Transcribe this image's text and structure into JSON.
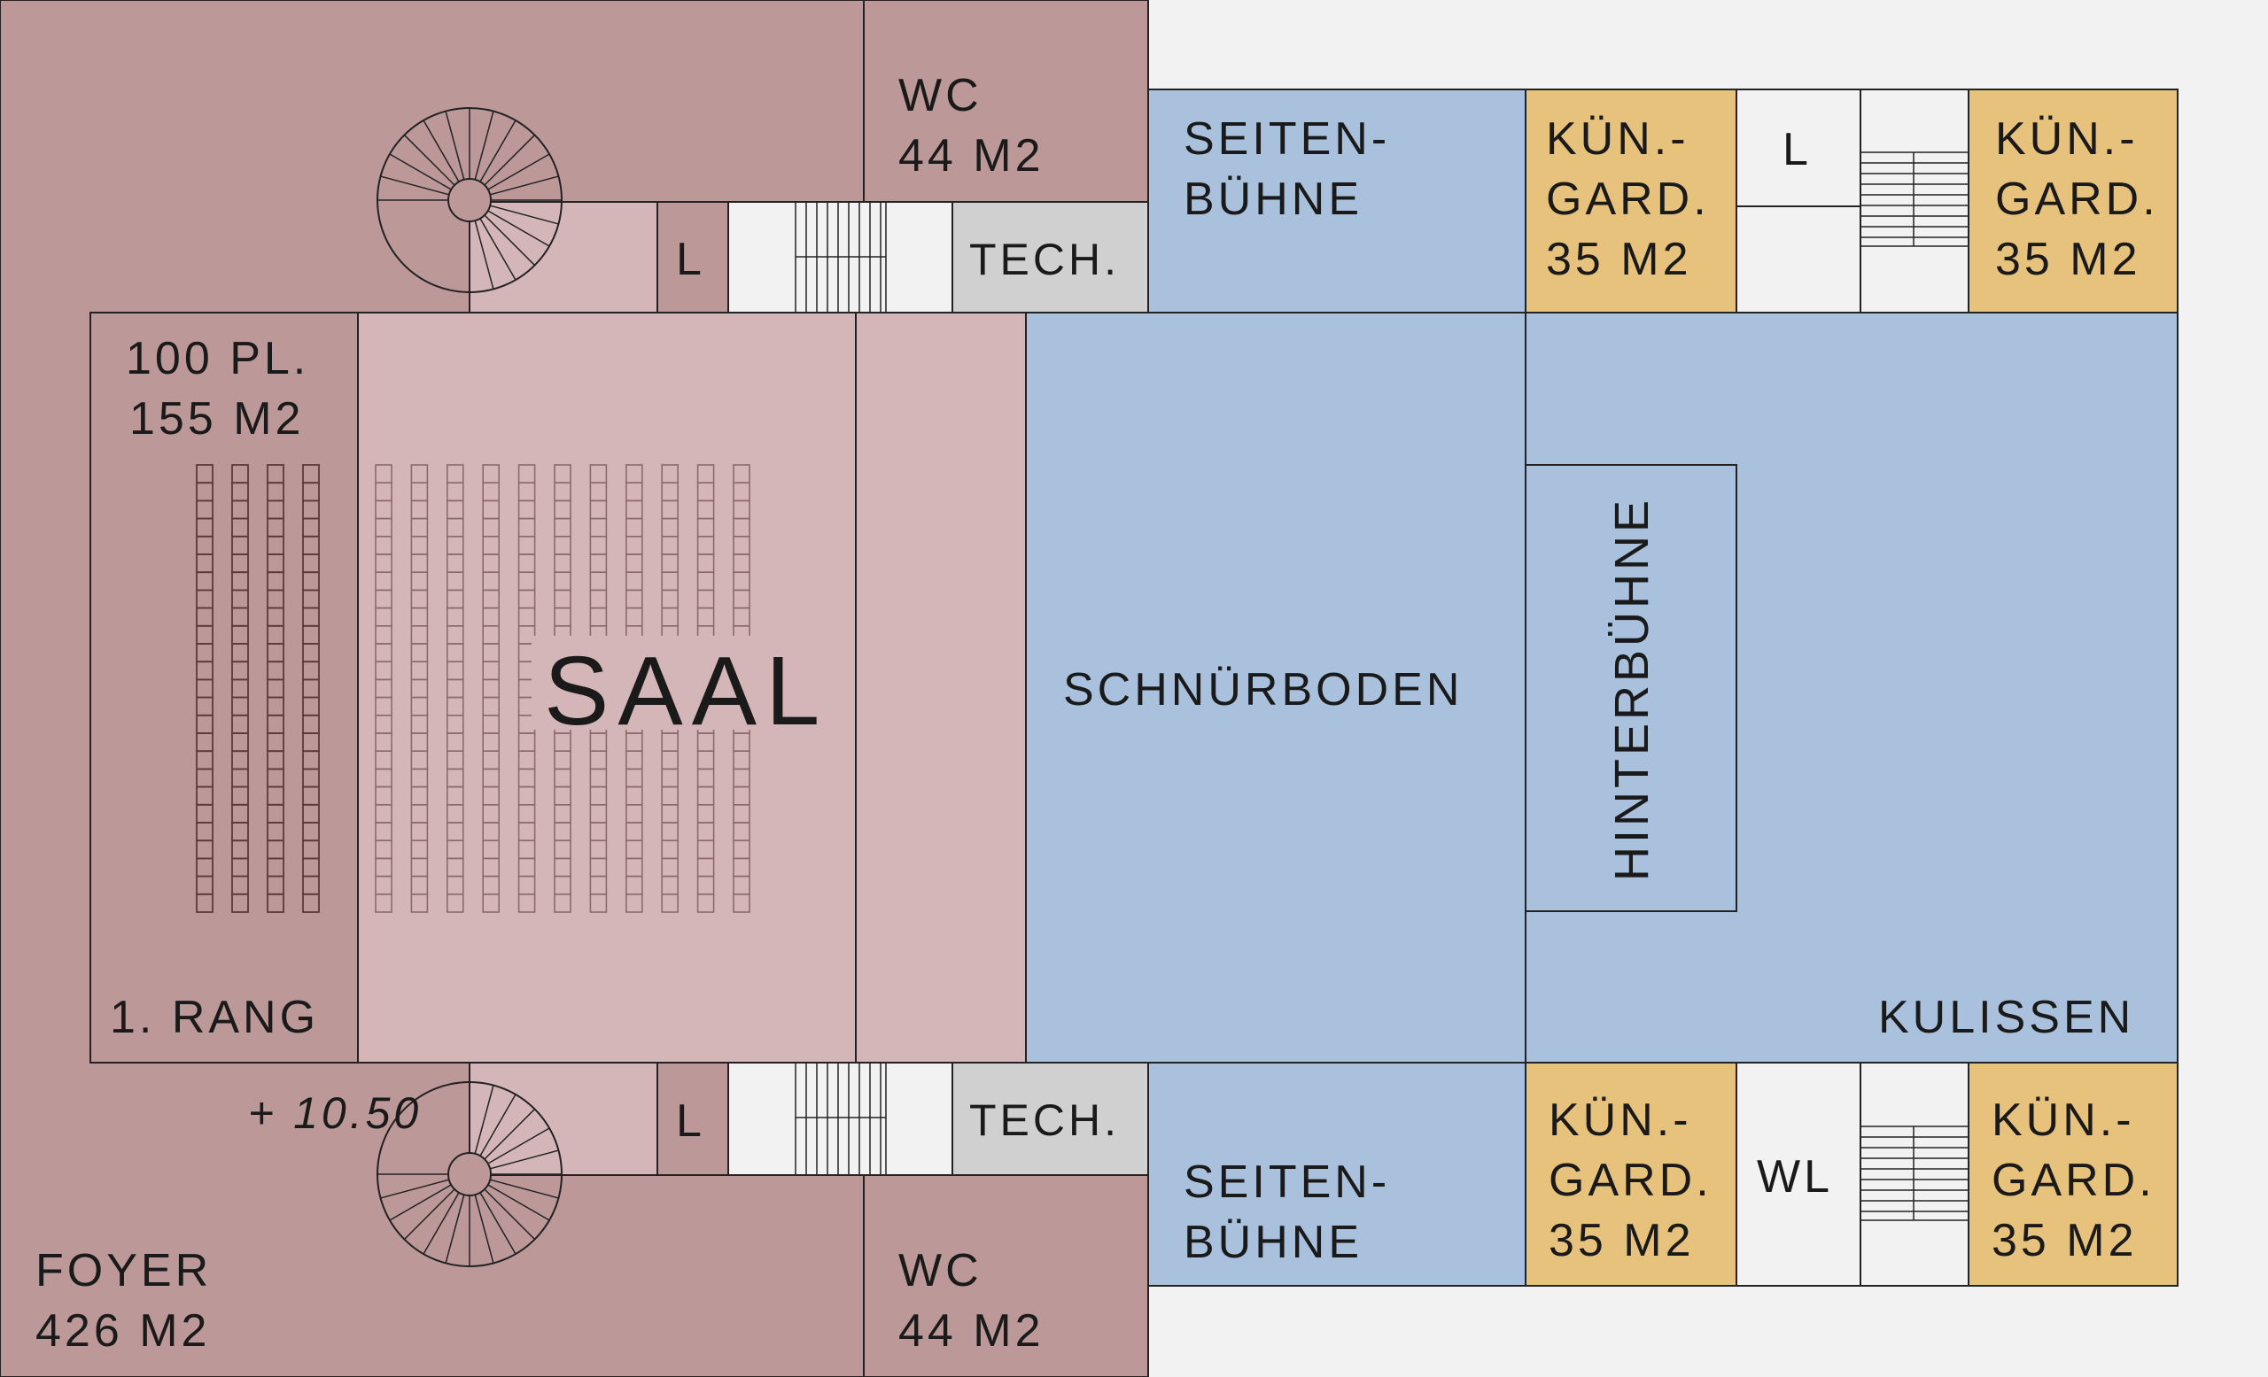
{
  "colors": {
    "foyer": "#bc9898",
    "saal": "#d5b6b8",
    "stage": "#a9c1dd",
    "gard": "#e7c27c",
    "tech": "#d0d0d0",
    "white": "#f2f2f2",
    "line": "#222222"
  },
  "labels": {
    "wc_top": [
      "WC",
      "44 M2"
    ],
    "wc_bottom": [
      "WC",
      "44 M2"
    ],
    "seitenbuehne_top": [
      "SEITEN-",
      "BÜHNE"
    ],
    "seitenbuehne_bottom": [
      "SEITEN-",
      "BÜHNE"
    ],
    "gard_tl": [
      "KÜN.-",
      "GARD.",
      "35 M2"
    ],
    "gard_tr": [
      "KÜN.-",
      "GARD.",
      "35 M2"
    ],
    "gard_bl": [
      "KÜN.-",
      "GARD.",
      "35 M2"
    ],
    "gard_br": [
      "KÜN.-",
      "GARD.",
      "35 M2"
    ],
    "lift_top_right": "L",
    "lift_top": "L",
    "lift_bottom": "L",
    "wl": "WL",
    "tech_top": "TECH.",
    "tech_bottom": "TECH.",
    "rang_capacity": [
      "100 PL.",
      "155 M2"
    ],
    "rang": "1. RANG",
    "saal": "SAAL",
    "schnuerboden": "SCHNÜRBODEN",
    "hinterbuehne": "HINTERBÜHNE",
    "kulissen": "KULISSEN",
    "level": "+ 10.50",
    "foyer": [
      "FOYER",
      "426 M2"
    ]
  }
}
